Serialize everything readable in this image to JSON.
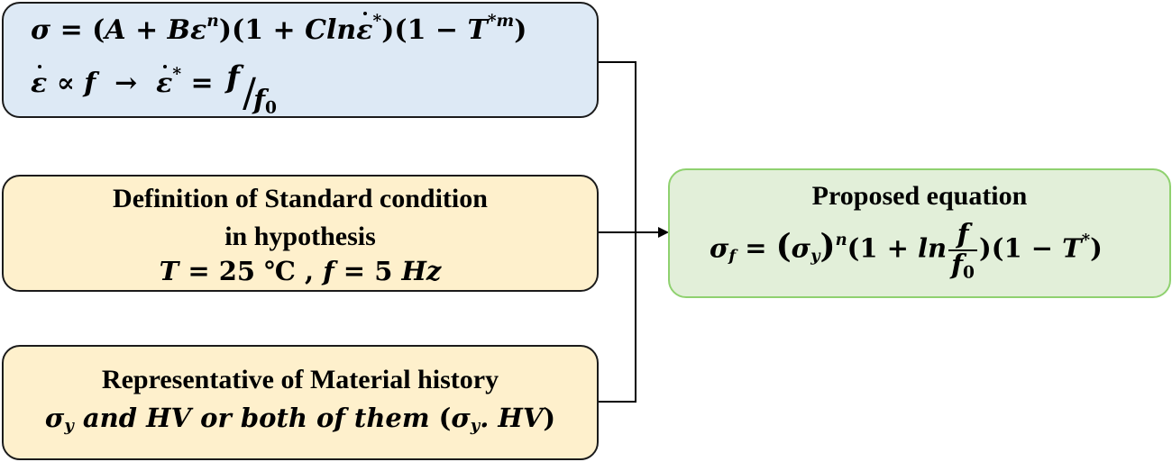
{
  "jc_box": {
    "eq1": {
      "sigma": "σ",
      "eq": " = (",
      "A": "A",
      "plus": " + ",
      "B": "B",
      "eps": "ε",
      "n": "n",
      "close1": ")(1 + ",
      "Cln": "Cln",
      "epsdot": "ε",
      "star": "*",
      "close2": ")(1 − ",
      "T": "T",
      "starm": "*m",
      "close3": ")"
    },
    "eq2": {
      "epsdot": "ε",
      "prop": " ∝ ",
      "f": "f",
      "arrow": "  →  ",
      "epsdot2": "ε",
      "star": "*",
      "eq": " = ",
      "num": "f",
      "slash": "/",
      "den": "f",
      "den_sub": "0"
    }
  },
  "std_box": {
    "line1": "Definition of Standard condition",
    "line2": "in hypothesis",
    "line3": {
      "T": "T",
      "eq1": " = 25 ℃ , ",
      "f": "f",
      "eq2": " = 5 ",
      "Hz": "Hz"
    }
  },
  "hist_box": {
    "line1": "Representative of Material history",
    "line2": {
      "sigma": "σ",
      "sub": "y",
      "text": " and HV or both of them ",
      "open": "(",
      "sigma2": "σ",
      "sub2": "y",
      "dot": ". HV",
      "close": ")"
    }
  },
  "prop_box": {
    "title": "Proposed equation",
    "eq": {
      "sigma": "σ",
      "sub_f": "f",
      "eq": " = ",
      "open": "(",
      "sigma_y": "σ",
      "sub_y": "y",
      "close": ")",
      "n": "n",
      "p1": "(1 + ",
      "ln": "ln",
      "num": "f",
      "den": "f",
      "den_sub": "0",
      "p2": ")(1 − ",
      "T": "T",
      "star": "*",
      "p3": ")"
    }
  }
}
